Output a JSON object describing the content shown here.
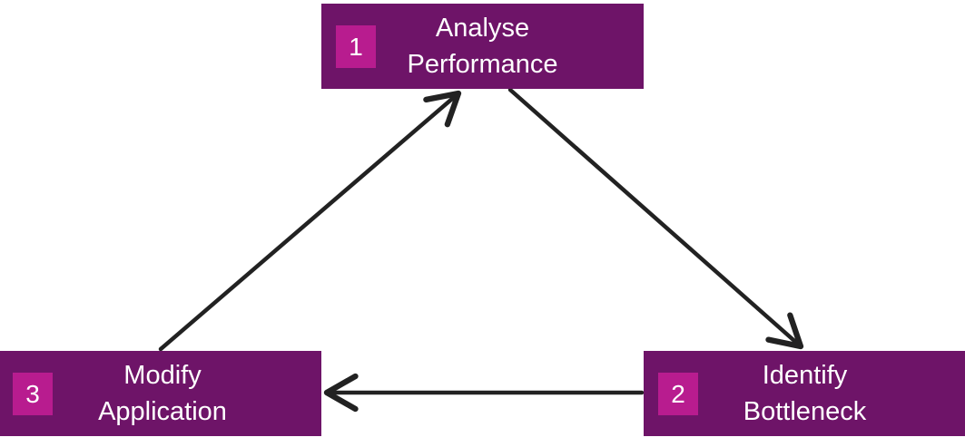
{
  "colors": {
    "node_fill": "#6e1468",
    "badge_fill": "#b81c8f",
    "text": "#ffffff",
    "arrow": "#222222"
  },
  "nodes": {
    "analyse": {
      "number": "1",
      "line1": "Analyse",
      "line2": "Performance"
    },
    "identify": {
      "number": "2",
      "line1": "Identify",
      "line2": "Bottleneck"
    },
    "modify": {
      "number": "3",
      "line1": "Modify",
      "line2": "Application"
    }
  },
  "edges": [
    {
      "from": "analyse",
      "to": "identify"
    },
    {
      "from": "identify",
      "to": "modify"
    },
    {
      "from": "modify",
      "to": "analyse"
    }
  ]
}
